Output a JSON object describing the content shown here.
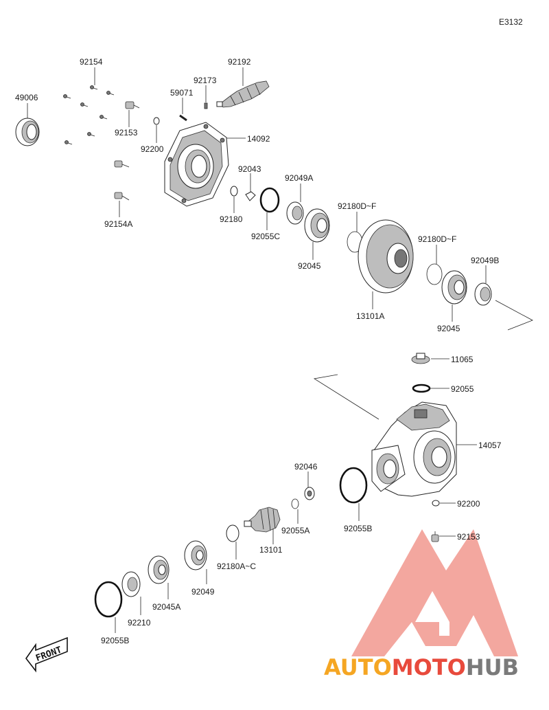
{
  "diagram": {
    "code": "E3132",
    "front_label": "FRONT",
    "labels": {
      "p49006": "49006",
      "p92154": "92154",
      "p92153": "92153",
      "p92200a": "92200",
      "p59071": "59071",
      "p92173": "92173",
      "p92192": "92192",
      "p14092": "14092",
      "p92154A": "92154A",
      "p92043": "92043",
      "p92180": "92180",
      "p92055C": "92055C",
      "p92049A": "92049A",
      "p92045a": "92045",
      "p92180DF1": "92180D~F",
      "p13101A": "13101A",
      "p92180DF2": "92180D~F",
      "p92049B": "92049B",
      "p92045b": "92045",
      "p11065": "11065",
      "p92055": "92055",
      "p14057": "14057",
      "p92046": "92046",
      "p92200b": "92200",
      "p92153b": "92153",
      "p92055A": "92055A",
      "p92055Ba": "92055B",
      "p13101": "13101",
      "p92180AC": "92180A~C",
      "p92049": "92049",
      "p92045A": "92045A",
      "p92210": "92210",
      "p92055Bb": "92055B"
    }
  },
  "watermark": {
    "part1": "AUTO",
    "part2": "MOTO",
    "part3": "HUB",
    "color_orange": "#f5a623",
    "color_red": "#e84a3c",
    "color_grey": "#7a7a7a",
    "logo_color": "#f08a80"
  }
}
